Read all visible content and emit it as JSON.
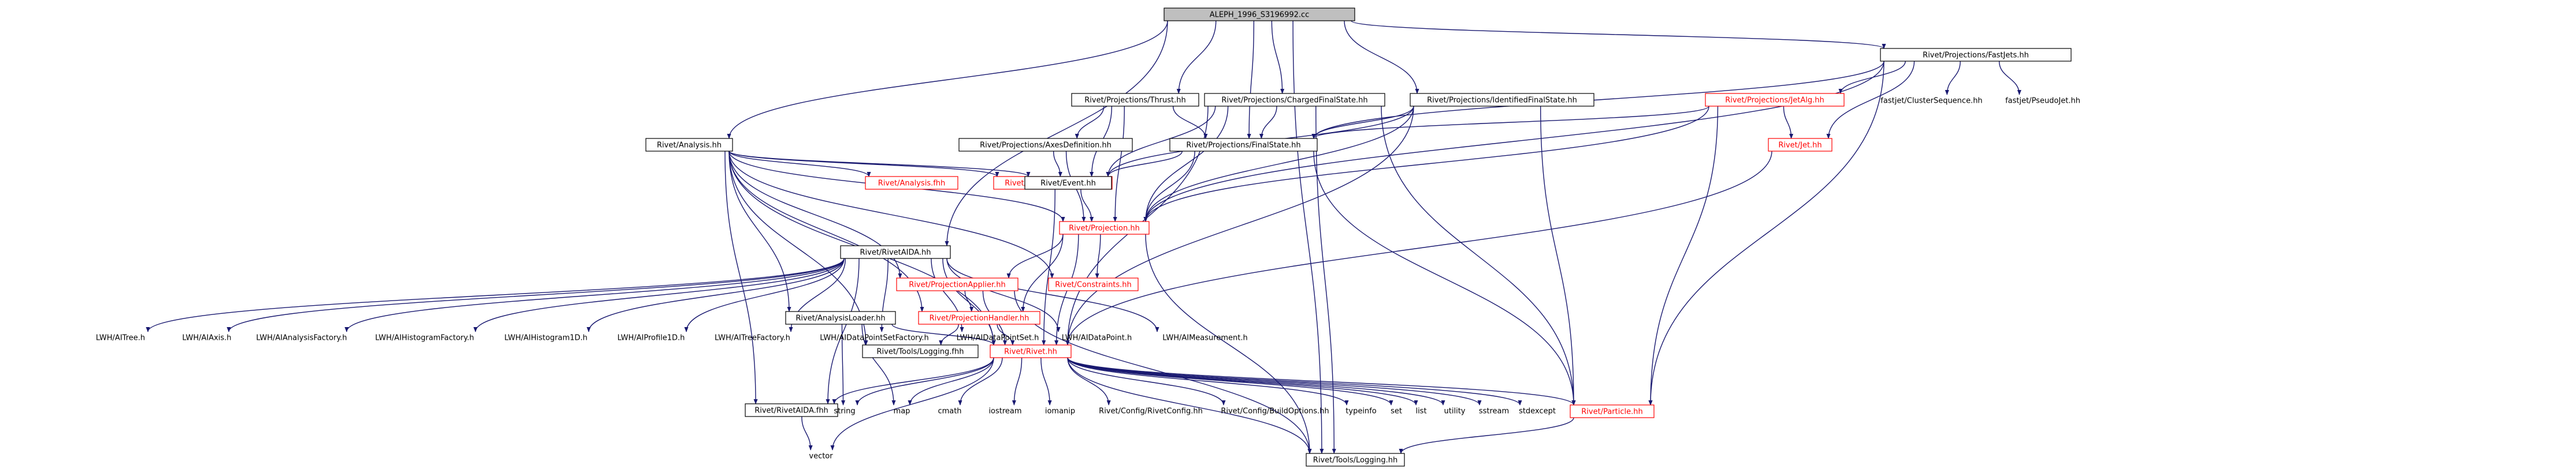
{
  "colors": {
    "edge": "#191970",
    "root_fill": "#bfbfbf",
    "box_border": "#000000",
    "missing_border": "#ff0000",
    "missing_text": "#ff0000"
  },
  "nodes": {
    "root": {
      "label": "ALEPH_1996_S3196992.cc",
      "style": "root"
    },
    "fastjets": {
      "label": "Rivet/Projections/FastJets.hh",
      "style": "box"
    },
    "aida": {
      "label": "Rivet/RivetAIDA.hh",
      "style": "box"
    },
    "thrust": {
      "label": "Rivet/Projections/Thrust.hh",
      "style": "box"
    },
    "cfs": {
      "label": "Rivet/Projections/ChargedFinalState.hh",
      "style": "box"
    },
    "ifs": {
      "label": "Rivet/Projections/IdentifiedFinalState.hh",
      "style": "box"
    },
    "analysis": {
      "label": "Rivet/Analysis.hh",
      "style": "box"
    },
    "jetalg": {
      "label": "Rivet/Projections/JetAlg.hh",
      "style": "red"
    },
    "clseq": {
      "label": "fastjet/ClusterSequence.hh",
      "style": "bare"
    },
    "pseudojet": {
      "label": "fastjet/PseudoJet.hh",
      "style": "bare"
    },
    "axesdef": {
      "label": "Rivet/Projections/AxesDefinition.hh",
      "style": "box"
    },
    "fs": {
      "label": "Rivet/Projections/FinalState.hh",
      "style": "box"
    },
    "jet": {
      "label": "Rivet/Jet.hh",
      "style": "red"
    },
    "analysisfhh": {
      "label": "Rivet/Analysis.fhh",
      "style": "red"
    },
    "ahfhh": {
      "label": "Rivet/AnalysisHandler.fhh",
      "style": "red"
    },
    "event": {
      "label": "Rivet/Event.hh",
      "style": "box"
    },
    "projection": {
      "label": "Rivet/Projection.hh",
      "style": "red"
    },
    "projapplier": {
      "label": "Rivet/ProjectionApplier.hh",
      "style": "red"
    },
    "constraints": {
      "label": "Rivet/Constraints.hh",
      "style": "red"
    },
    "analysisloader": {
      "label": "Rivet/AnalysisLoader.hh",
      "style": "box"
    },
    "projhandler": {
      "label": "Rivet/ProjectionHandler.hh",
      "style": "red"
    },
    "itree": {
      "label": "LWH/AITree.h",
      "style": "bare"
    },
    "iaxis": {
      "label": "LWH/AIAxis.h",
      "style": "bare"
    },
    "ianalysisfactory": {
      "label": "LWH/AIAnalysisFactory.h",
      "style": "bare"
    },
    "ihistfactory": {
      "label": "LWH/AIHistogramFactory.h",
      "style": "bare"
    },
    "ihist1d": {
      "label": "LWH/AIHistogram1D.h",
      "style": "bare"
    },
    "iprofile1d": {
      "label": "LWH/AIProfile1D.h",
      "style": "bare"
    },
    "itreefactory": {
      "label": "LWH/AITreeFactory.h",
      "style": "bare"
    },
    "idpsfactory": {
      "label": "LWH/AIDataPointSetFactory.h",
      "style": "bare"
    },
    "idps": {
      "label": "LWH/AIDataPointSet.h",
      "style": "bare"
    },
    "idp": {
      "label": "LWH/AIDataPoint.h",
      "style": "bare"
    },
    "imeas": {
      "label": "LWH/AIMeasurement.h",
      "style": "bare"
    },
    "toolslogging": {
      "label": "Rivet/Tools/Logging.fhh",
      "style": "box"
    },
    "rivet": {
      "label": "Rivet/Rivet.hh",
      "style": "red"
    },
    "rivetaidafhh": {
      "label": "Rivet/RivetAIDA.fhh",
      "style": "box"
    },
    "string": {
      "label": "string",
      "style": "bare"
    },
    "map": {
      "label": "map",
      "style": "bare"
    },
    "cmath": {
      "label": "cmath",
      "style": "bare"
    },
    "iostream": {
      "label": "iostream",
      "style": "bare"
    },
    "iomanip": {
      "label": "iomanip",
      "style": "bare"
    },
    "rivetconfig": {
      "label": "Rivet/Config/RivetConfig.hh",
      "style": "bare"
    },
    "buildoptions": {
      "label": "Rivet/Config/BuildOptions.hh",
      "style": "bare"
    },
    "typeinfo": {
      "label": "typeinfo",
      "style": "bare"
    },
    "set": {
      "label": "set",
      "style": "bare"
    },
    "list": {
      "label": "list",
      "style": "bare"
    },
    "utility": {
      "label": "utility",
      "style": "bare"
    },
    "sstream": {
      "label": "sstream",
      "style": "bare"
    },
    "stdexcept": {
      "label": "stdexcept",
      "style": "bare"
    },
    "particle": {
      "label": "Rivet/Particle.hh",
      "style": "red"
    },
    "vector": {
      "label": "vector",
      "style": "bare"
    },
    "logging": {
      "label": "Rivet/Tools/Logging.hh",
      "style": "box"
    }
  },
  "edges": [
    [
      "root",
      "fastjets"
    ],
    [
      "root",
      "aida"
    ],
    [
      "root",
      "thrust"
    ],
    [
      "root",
      "cfs"
    ],
    [
      "root",
      "ifs"
    ],
    [
      "root",
      "analysis"
    ],
    [
      "root",
      "fs"
    ],
    [
      "root",
      "logging"
    ],
    [
      "fastjets",
      "jetalg"
    ],
    [
      "fastjets",
      "clseq"
    ],
    [
      "fastjets",
      "pseudojet"
    ],
    [
      "fastjets",
      "fs"
    ],
    [
      "fastjets",
      "jet"
    ],
    [
      "fastjets",
      "projection"
    ],
    [
      "fastjets",
      "particle"
    ],
    [
      "jetalg",
      "fs"
    ],
    [
      "jetalg",
      "jet"
    ],
    [
      "jetalg",
      "projection"
    ],
    [
      "jetalg",
      "particle"
    ],
    [
      "thrust",
      "axesdef"
    ],
    [
      "thrust",
      "fs"
    ],
    [
      "thrust",
      "event"
    ],
    [
      "thrust",
      "projection"
    ],
    [
      "cfs",
      "fs"
    ],
    [
      "cfs",
      "event"
    ],
    [
      "cfs",
      "projection"
    ],
    [
      "cfs",
      "rivet"
    ],
    [
      "cfs",
      "particle"
    ],
    [
      "cfs",
      "logging"
    ],
    [
      "ifs",
      "fs"
    ],
    [
      "ifs",
      "event"
    ],
    [
      "ifs",
      "projection"
    ],
    [
      "ifs",
      "rivet"
    ],
    [
      "ifs",
      "particle"
    ],
    [
      "analysis",
      "analysisfhh"
    ],
    [
      "analysis",
      "ahfhh"
    ],
    [
      "analysis",
      "event"
    ],
    [
      "analysis",
      "projection"
    ],
    [
      "analysis",
      "projapplier"
    ],
    [
      "analysis",
      "constraints"
    ],
    [
      "analysis",
      "analysisloader"
    ],
    [
      "analysis",
      "projhandler"
    ],
    [
      "analysis",
      "rivet"
    ],
    [
      "analysis",
      "rivetaidafhh"
    ],
    [
      "analysis",
      "toolslogging"
    ],
    [
      "axesdef",
      "event"
    ],
    [
      "axesdef",
      "projection"
    ],
    [
      "fs",
      "event"
    ],
    [
      "fs",
      "projection"
    ],
    [
      "fs",
      "particle"
    ],
    [
      "jet",
      "rivet"
    ],
    [
      "event",
      "projection"
    ],
    [
      "event",
      "rivet"
    ],
    [
      "projection",
      "projapplier"
    ],
    [
      "projection",
      "constraints"
    ],
    [
      "projection",
      "projhandler"
    ],
    [
      "projection",
      "rivet"
    ],
    [
      "projection",
      "logging"
    ],
    [
      "projapplier",
      "projhandler"
    ],
    [
      "projapplier",
      "rivet"
    ],
    [
      "projapplier",
      "logging"
    ],
    [
      "projhandler",
      "toolslogging"
    ],
    [
      "projhandler",
      "rivet"
    ],
    [
      "analysisloader",
      "rivet"
    ],
    [
      "analysisloader",
      "string"
    ],
    [
      "analysisloader",
      "map"
    ],
    [
      "aida",
      "itree"
    ],
    [
      "aida",
      "iaxis"
    ],
    [
      "aida",
      "ianalysisfactory"
    ],
    [
      "aida",
      "ihistfactory"
    ],
    [
      "aida",
      "ihist1d"
    ],
    [
      "aida",
      "iprofile1d"
    ],
    [
      "aida",
      "itreefactory"
    ],
    [
      "aida",
      "idpsfactory"
    ],
    [
      "aida",
      "idps"
    ],
    [
      "aida",
      "idp"
    ],
    [
      "aida",
      "imeas"
    ],
    [
      "aida",
      "rivet"
    ],
    [
      "aida",
      "rivetaidafhh"
    ],
    [
      "rivet",
      "rivetaidafhh"
    ],
    [
      "rivet",
      "string"
    ],
    [
      "rivet",
      "map"
    ],
    [
      "rivet",
      "vector"
    ],
    [
      "rivet",
      "cmath"
    ],
    [
      "rivet",
      "iostream"
    ],
    [
      "rivet",
      "iomanip"
    ],
    [
      "rivet",
      "rivetconfig"
    ],
    [
      "rivet",
      "buildoptions"
    ],
    [
      "rivet",
      "typeinfo"
    ],
    [
      "rivet",
      "set"
    ],
    [
      "rivet",
      "list"
    ],
    [
      "rivet",
      "utility"
    ],
    [
      "rivet",
      "sstream"
    ],
    [
      "rivet",
      "stdexcept"
    ],
    [
      "rivet",
      "particle"
    ],
    [
      "rivet",
      "logging"
    ],
    [
      "rivetaidafhh",
      "vector"
    ],
    [
      "particle",
      "logging"
    ]
  ]
}
